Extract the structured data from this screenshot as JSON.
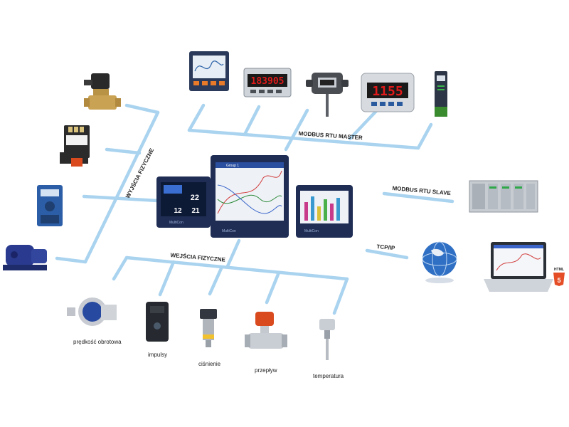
{
  "labels": {
    "modbus_master": "MODBUS RTU MASTER",
    "modbus_slave": "MODBUS RTU SLAVE",
    "tcp_ip": "TCP/IP",
    "physical_outputs": "WYJŚCIA FIZYCZNE",
    "physical_inputs": "WEJŚCIA FIZYCZNE"
  },
  "sensors": {
    "speed": "prędkość obrotowa",
    "pulses": "impulsy",
    "pressure": "ciśnienie",
    "flow": "przepływ",
    "temperature": "temperatura"
  },
  "devices": {
    "left_screen_value_top": "22",
    "left_screen_value_bl": "12",
    "left_screen_value_br": "21",
    "center_screen_title": "Group 1",
    "brand": "MultiCon",
    "meter1_display": "183905",
    "meter2_display": "1155",
    "html_badge": "HTML",
    "html_badge_number": "5"
  },
  "colors": {
    "line": "#a9d3ef",
    "device_frame": "#1f2d55",
    "display_red": "#e01a1a"
  }
}
